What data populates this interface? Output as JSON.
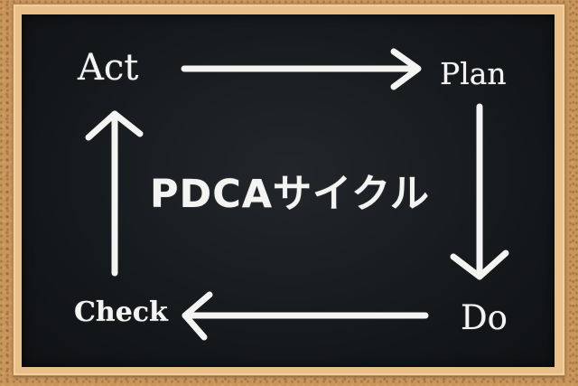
{
  "diagram": {
    "title": "PDCAサイクル",
    "steps": {
      "act": "Act",
      "plan": "Plan",
      "do": "Do",
      "check": "Check"
    },
    "colors": {
      "board": "#15181b",
      "frame": "#e9c08a",
      "corkboard": "#c8955c",
      "chalk": "#f4f4f2"
    }
  }
}
